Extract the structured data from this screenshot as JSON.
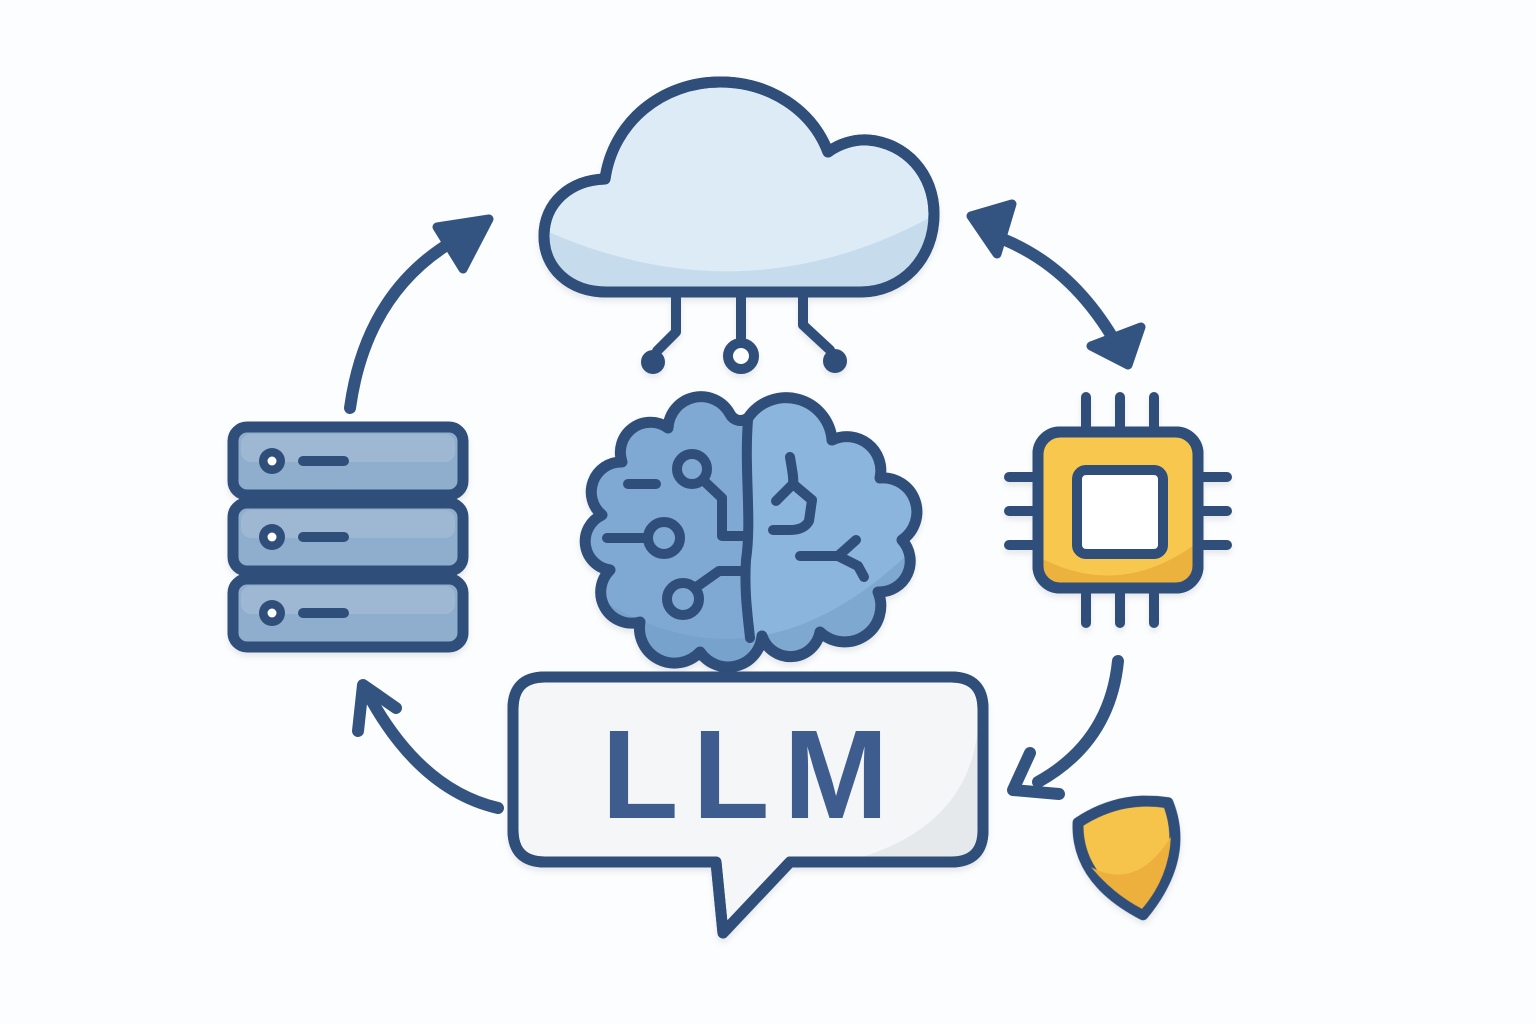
{
  "title": "LLM concept illustration",
  "bubble": {
    "label": "LLM"
  },
  "colors": {
    "background": "#fcfdfe",
    "outline": "#2f4e7a",
    "arrow": "#335480",
    "cloud_fill": "#ddebf7",
    "cloud_shade": "#c6dcec",
    "brain_left": "#7fa9d3",
    "brain_right": "#8cb5dd",
    "brain_shade": "#6e9ac4",
    "server_fill": "#8fadcc",
    "chip_fill": "#f8c84e",
    "chip_shade": "#ecb23e",
    "chip_inner": "#ffffff",
    "bubble_fill": "#f5f6f8",
    "bubble_shade": "#e6e9ec",
    "llm_text": "#3e5c8d",
    "shield_fill": "#f6c34b",
    "shield_shade": "#edb03c"
  },
  "icons": [
    {
      "name": "cloud-network-icon",
      "meaning": "cloud computing with circuit connectors"
    },
    {
      "name": "ai-brain-icon",
      "meaning": "half circuit-board, half neural brain"
    },
    {
      "name": "server-stack-icon",
      "meaning": "three-unit data server rack"
    },
    {
      "name": "cpu-chip-icon",
      "meaning": "processor chip with twelve pins"
    },
    {
      "name": "llm-speech-bubble",
      "meaning": "speech bubble labeled LLM"
    },
    {
      "name": "security-shield-icon",
      "meaning": "tilted protection shield"
    }
  ],
  "arrows": [
    {
      "name": "arrow-server-to-cloud",
      "direction": "up-right",
      "heads": 1
    },
    {
      "name": "arrow-cloud-chip",
      "direction": "bidirectional",
      "heads": 2
    },
    {
      "name": "arrow-chip-to-bubble",
      "direction": "down-left",
      "heads": 1
    },
    {
      "name": "arrow-bubble-to-server",
      "direction": "up-left",
      "heads": 1
    }
  ]
}
